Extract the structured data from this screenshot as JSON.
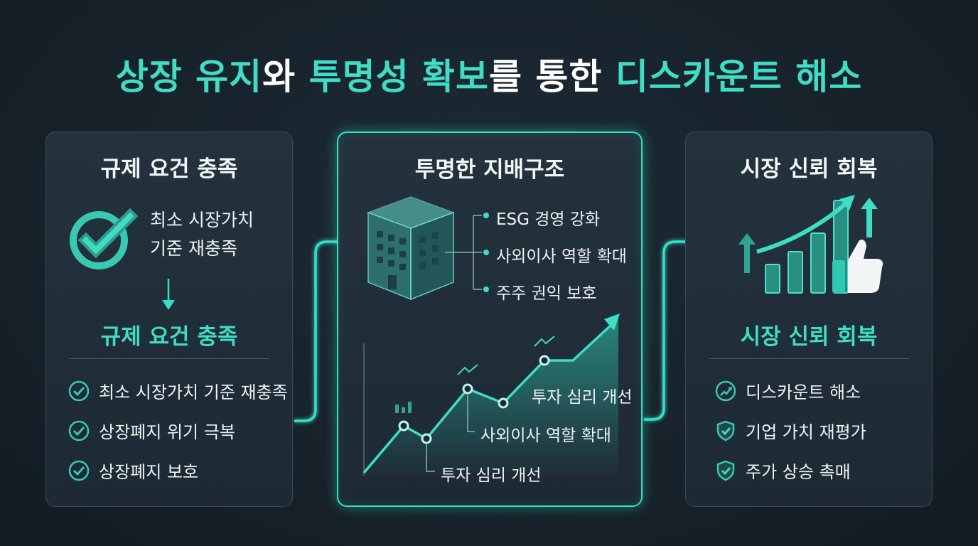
{
  "title": {
    "part1": "상장 유지",
    "part2": "와 ",
    "part3": "투명성 확보",
    "part4": "를 통한 ",
    "part5": "디스카운트 해소"
  },
  "left_panel": {
    "heading": "규제 요건 충족",
    "top_text_line1": "최소 시장가치",
    "top_text_line2": "기준 재충족",
    "sub_heading": "규제 요건 충족",
    "items": [
      "최소 시장가치 기준 재충족",
      "상장폐지 위기 극복",
      "상장폐지 보호"
    ]
  },
  "middle_panel": {
    "heading": "투명한 지배구조",
    "bullets": [
      "ESG 경영 강화",
      "사외이사 역할 확대",
      "주주 권익 보호"
    ],
    "chart_labels": {
      "top_right": "투자 심리 개선",
      "middle": "사외이사 역할 확대",
      "bottom": "투자 심리 개선"
    }
  },
  "right_panel": {
    "heading": "시장 신뢰 회복",
    "sub_heading": "시장 신뢰 회복",
    "items": [
      "디스카운트 해소",
      "기업 가치 재평가",
      "주가 상승 촉매"
    ],
    "item_icons": [
      "trend-up-icon",
      "shield-check-icon",
      "shield-check-icon"
    ]
  },
  "colors": {
    "accent": "#3fdcc6",
    "background": "#17222c",
    "panel": "#24323d",
    "text": "#eef3f4"
  }
}
